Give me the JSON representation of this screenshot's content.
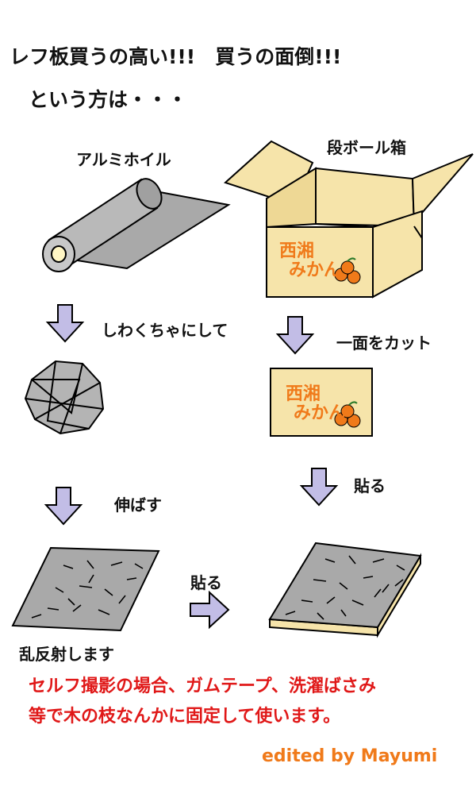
{
  "heading": {
    "line1": "レフ板買うの高い!!!　買うの面倒!!!",
    "line2": "という方は・・・"
  },
  "labels": {
    "foil": "アルミホイル",
    "box": "段ボール箱",
    "crumple": "しわくちゃにして",
    "cut_face": "一面をカット",
    "stretch": "伸ばす",
    "paste_right": "貼る",
    "paste_middle": "貼る",
    "diffuse": "乱反射します"
  },
  "box_print": {
    "line1": "西湘",
    "line2": "みかん"
  },
  "note": {
    "line1": "セルフ撮影の場合、ガムテープ、洗濯ばさみ",
    "line2": "等で木の枝なんかに固定して使います。"
  },
  "credit": "edited by Mayumi",
  "colors": {
    "cardboard": "#f6e4aa",
    "foil": "#a9a9a9",
    "arrow": "#c2bde6",
    "orange_text": "#f07a1a",
    "note_text": "#e01818"
  }
}
